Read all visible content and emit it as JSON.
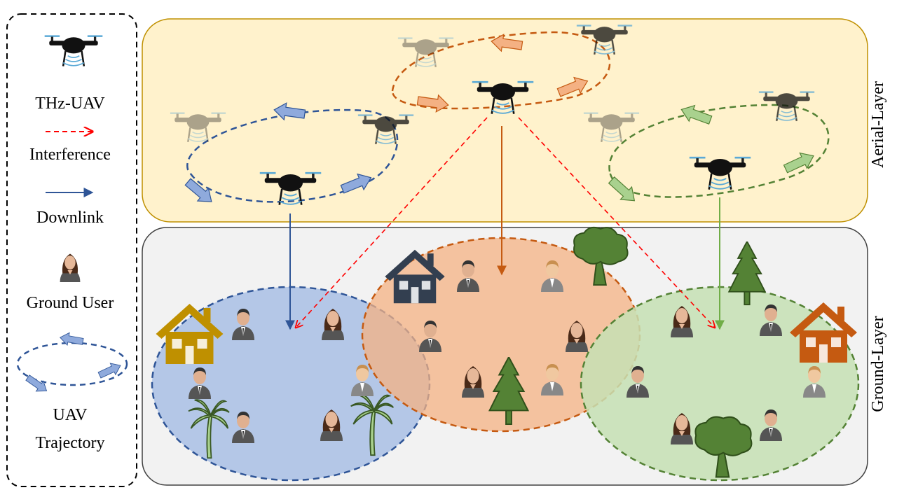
{
  "legend": {
    "items": [
      {
        "label": "THz-UAV",
        "icon": "drone-icon"
      },
      {
        "label": "Interference",
        "icon": "dashed-red-arrow-icon"
      },
      {
        "label": "Downlink",
        "icon": "blue-arrow-icon"
      },
      {
        "label": "Ground User",
        "icon": "person-icon"
      },
      {
        "label_lines": [
          "UAV",
          "Trajectory"
        ],
        "icon": "trajectory-loop-icon"
      }
    ]
  },
  "layers": {
    "aerial": "Aerial-Layer",
    "ground": "Ground-Layer"
  },
  "colors": {
    "blue": "#2f5597",
    "blue_fill": "#b4c7e7",
    "orange": "#c55a11",
    "orange_fill": "#f4b183",
    "green": "#548235",
    "green_fill": "#c5e0b4",
    "interference": "#ff0000",
    "aerial_bg": "#fff2cc",
    "aerial_border": "#bf9000",
    "ground_bg": "#f2f2f2",
    "ground_border": "#404040"
  }
}
